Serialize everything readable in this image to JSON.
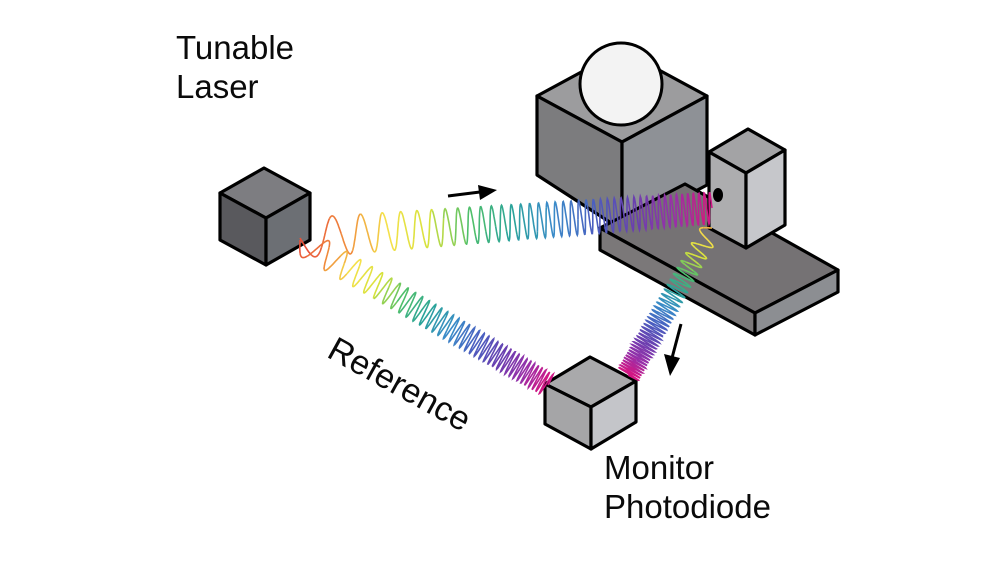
{
  "title": "Tunable laser spectroscopy setup",
  "labels": {
    "tunable_laser": [
      "Tunable",
      "Laser"
    ],
    "reference": "Reference",
    "monitor_photodiode": [
      "Monitor",
      "Photodiode"
    ]
  },
  "components": [
    {
      "id": "tunable-laser",
      "type": "cube",
      "color": "#6f6f73"
    },
    {
      "id": "sample-stage",
      "type": "stage-with-sphere",
      "sphere_color": "#f2f2f2"
    },
    {
      "id": "detector-block",
      "type": "block-with-aperture"
    },
    {
      "id": "monitor-photodiode",
      "type": "cube",
      "color": "#b9b9bd"
    }
  ],
  "beams": [
    {
      "id": "main-beam",
      "from": "tunable-laser",
      "to": "detector-block",
      "direction_arrow": "right"
    },
    {
      "id": "reflected-beam",
      "from": "detector-block",
      "to": "monitor-photodiode",
      "direction_arrow": "down"
    },
    {
      "id": "reference-beam",
      "from": "tunable-laser",
      "to": "monitor-photodiode"
    }
  ],
  "spectrum_colors": [
    "#e8523a",
    "#f08a3c",
    "#f4e04a",
    "#d6e23c",
    "#4fbf6a",
    "#2aa39a",
    "#3a8bc8",
    "#4a5fc0",
    "#6a3fb0",
    "#9a2fa8",
    "#e0107a"
  ]
}
